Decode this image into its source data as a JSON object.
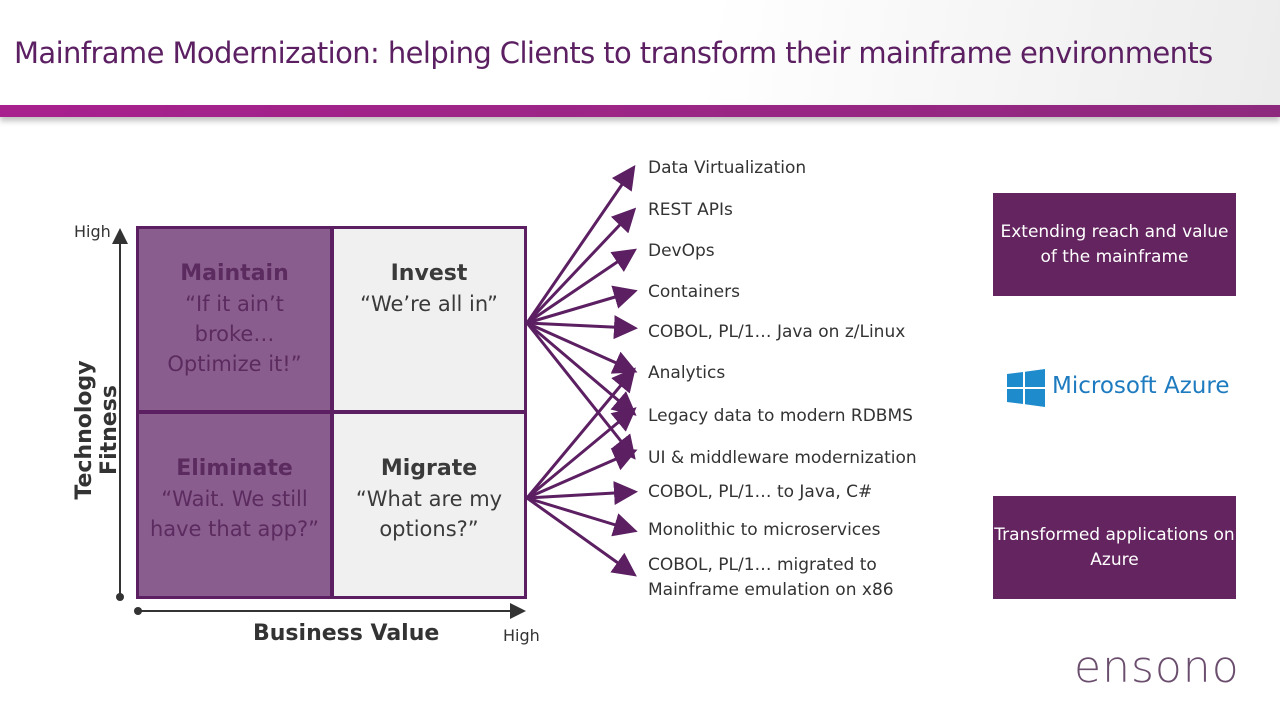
{
  "title": "Mainframe Modernization: helping Clients to transform their mainframe environments",
  "matrix": {
    "y_axis_label": "Technology Fitness",
    "y_high": "High",
    "x_axis_label": "Business Value",
    "x_high": "High",
    "quadrants": [
      {
        "name": "Maintain",
        "quote": "“If it ain’t broke… Optimize it!”"
      },
      {
        "name": "Invest",
        "quote": "“We’re all in”"
      },
      {
        "name": "Eliminate",
        "quote": "“Wait. We still have that app?”"
      },
      {
        "name": "Migrate",
        "quote": "“What are my options?”"
      }
    ]
  },
  "options": [
    "Data Virtualization",
    "REST APIs",
    "DevOps",
    "Containers",
    "COBOL, PL/1… Java on z/Linux",
    "Analytics",
    "Legacy data to modern RDBMS",
    "UI & middleware modernization",
    "COBOL, PL/1… to Java, C#",
    "Monolithic to microservices",
    "COBOL, PL/1… migrated to",
    "Mainframe emulation on x86"
  ],
  "right": {
    "box1": "Extending reach and value of the mainframe",
    "azure": "Microsoft Azure",
    "box2": "Transformed applications on Azure",
    "logo": "ensono"
  },
  "colors": {
    "accent": "#5b1f62",
    "bar": "#a8208e",
    "azure": "#1e8bcd"
  }
}
